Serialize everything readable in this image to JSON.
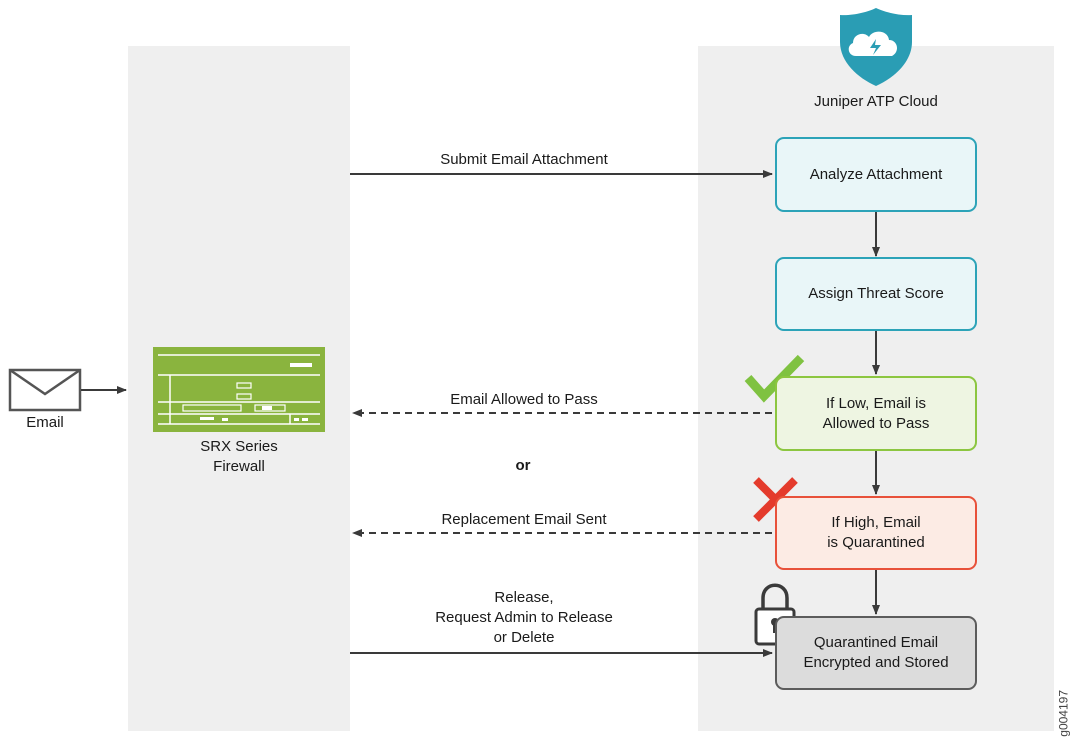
{
  "email": {
    "label": "Email",
    "icon": "envelope-icon"
  },
  "firewall": {
    "label_line1": "SRX Series",
    "label_line2": "Firewall",
    "icon": "firewall-device-icon",
    "color": "#8ab43e"
  },
  "cloud": {
    "label": "Juniper ATP Cloud",
    "icon": "cloud-shield-icon",
    "color": "#2a9db4"
  },
  "steps": [
    {
      "text": "Analyze Attachment",
      "style": "blue"
    },
    {
      "text": "Assign Threat Score",
      "style": "blue"
    },
    {
      "text": "If Low, Email is\nAllowed to Pass",
      "style": "green",
      "marker": "checkmark-icon"
    },
    {
      "text": "If High, Email\nis Quarantined",
      "style": "red",
      "marker": "x-mark-icon"
    },
    {
      "text": "Quarantined Email\nEncrypted and Stored",
      "style": "gray",
      "marker": "padlock-icon"
    }
  ],
  "flows": {
    "submit": "Submit Email Attachment",
    "allowed": "Email Allowed to Pass",
    "or": "or",
    "replacement": "Replacement Email Sent",
    "release": "Release,\nRequest Admin to Release\nor Delete"
  },
  "colors": {
    "lane": "#efefef",
    "blue": "#2ca3b8",
    "green": "#8cc640",
    "red": "#e8513a",
    "gray": "#5c5c5c"
  },
  "figure_id": "g004197"
}
